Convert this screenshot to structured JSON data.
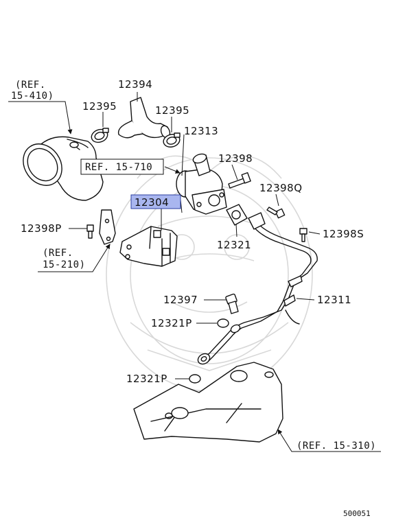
{
  "diagram": {
    "diagram_code": "500051",
    "highlight_color": "#a9b6ef",
    "parts": {
      "p12394": "12394",
      "p12395a": "12395",
      "p12395b": "12395",
      "p12313": "12313",
      "p12398": "12398",
      "p12398q": "12398Q",
      "p12398s": "12398S",
      "p12304": "12304",
      "p12321": "12321",
      "p12398p": "12398P",
      "p12397": "12397",
      "p12311": "12311",
      "p12321pa": "12321P",
      "p12321pb": "12321P"
    },
    "refs": {
      "r15410_line1": "(REF.",
      "r15410_line2": "15-410)",
      "r15710": "REF. 15-710",
      "r15210_line1": "(REF.",
      "r15210_line2": "15-210)",
      "r15310": "(REF. 15-310)"
    }
  }
}
